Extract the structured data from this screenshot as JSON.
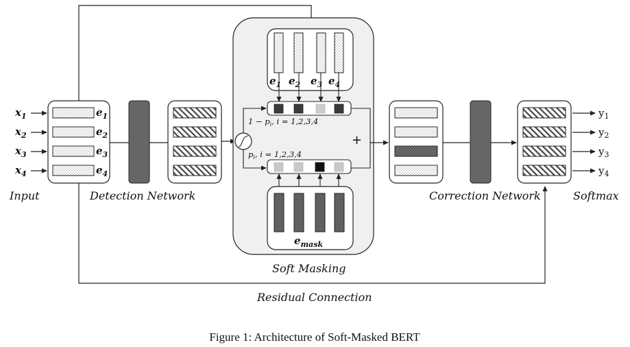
{
  "inputs": [
    {
      "x": "x",
      "sub": "1",
      "e": "e",
      "esub": "1"
    },
    {
      "x": "x",
      "sub": "2",
      "e": "e",
      "esub": "2"
    },
    {
      "x": "x",
      "sub": "3",
      "e": "e",
      "esub": "3"
    },
    {
      "x": "x",
      "sub": "4",
      "e": "e",
      "esub": "4"
    }
  ],
  "top_embeddings": [
    {
      "e": "e",
      "sub": "1"
    },
    {
      "e": "e",
      "sub": "2"
    },
    {
      "e": "e",
      "sub": "3"
    },
    {
      "e": "e",
      "sub": "4"
    }
  ],
  "outputs": [
    {
      "y": "y",
      "sub": "1"
    },
    {
      "y": "y",
      "sub": "2"
    },
    {
      "y": "y",
      "sub": "3"
    },
    {
      "y": "y",
      "sub": "4"
    }
  ],
  "labels": {
    "input": "Input",
    "detection": "Detection Network",
    "correction": "Correction Network",
    "softmax": "Softmax",
    "soft_masking": "Soft Masking",
    "residual": "Residual Connection",
    "mask_e": "e",
    "mask_sub": "mask",
    "prob_top": "1 − p",
    "prob_top_sub": "i",
    "prob_top_rest": ", i = 1,2,3,4",
    "prob_bottom": "p",
    "prob_bottom_sub": "i",
    "prob_bottom_rest": ", i = 1,2,3,4",
    "plus": "+"
  },
  "caption": "Figure 1: Architecture of Soft-Masked BERT",
  "colors": {
    "line": "#222222",
    "dark_block": "#666666",
    "module_bg": "#f0f0f0",
    "top_squares": [
      "#3a3a3a",
      "#3a3a3a",
      "#cccccc",
      "#3a3a3a"
    ],
    "bottom_squares": [
      "#c8c8c8",
      "#c8c8c8",
      "#111111",
      "#c8c8c8"
    ]
  }
}
